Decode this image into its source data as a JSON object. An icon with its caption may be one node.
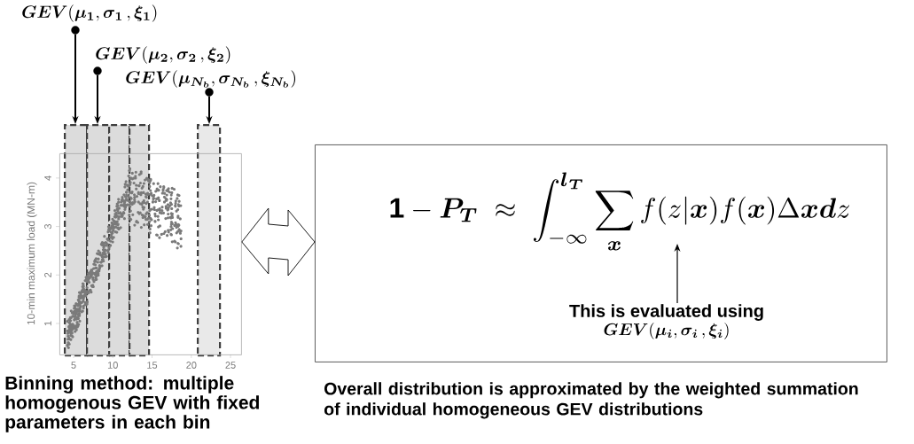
{
  "diagram": {
    "nodes": [
      {
        "text": [
          "\\boldsymbol{GEV}(\\boldsymbol{\\mu_1},\\boldsymbol{\\sigma_1}\\,,\\boldsymbol{\\xi_1})"
        ]
      },
      {
        "text": [
          "\\boldsymbol{GEV}(\\boldsymbol{\\mu_2},\\boldsymbol{\\sigma_2}\\,,\\boldsymbol{\\xi_2})"
        ]
      },
      {
        "text": [
          "\\boldsymbol{GEV}(\\boldsymbol{\\mu_{N_b}},\\boldsymbol{\\sigma_{N_b}}\\,,\\boldsymbol{\\xi_{N_b}})"
        ]
      },
      {
        "text": [],
        "shape": "picture",
        "beside": [
          "Binning method: multiple homogenous GEV with fixed parameters in each bin"
        ]
      },
      {
        "text": [],
        "shape": "box"
      },
      {
        "text": [],
        "shape": "box"
      },
      {
        "text": [],
        "shape": "box"
      },
      {
        "text": [],
        "shape": "box"
      },
      {
        "text": [],
        "shape": "box"
      },
      {
        "text": [
          "\\mathbf{1}-\\boldsymbol{P_T}\\ \\approx\\ \\int_{-\\infty}^{\\boldsymbol{l_T}}\\sum_{\\boldsymbol{x}} f(z|\\boldsymbol{x})f(\\boldsymbol{x})\\Delta\\boldsymbol{x}\\boldsymbol{d}z"
        ],
        "beside": [
          "Overall distribution is approximated by the weighted summation of individual homogeneous GEV distributions"
        ]
      },
      {
        "text": [
          "This is evaluated using",
          "\\boldsymbol{GEV}(\\boldsymbol{\\mu_i},\\boldsymbol{\\sigma_i}\\,,\\boldsymbol{\\xi_i})"
        ],
        "in": 9
      },
      {
        "text": [],
        "shape": "circle"
      },
      {
        "text": [],
        "shape": "circle"
      },
      {
        "text": [],
        "shape": "circle"
      }
    ],
    "edges": [
      {
        "from": 11,
        "to": 4,
        "arrow": "to"
      },
      {
        "from": 12,
        "to": 5,
        "arrow": "to"
      },
      {
        "from": 13,
        "to": 8,
        "arrow": "to"
      },
      {
        "from": 3,
        "to": 9,
        "arrow": "both"
      },
      {
        "from": 10,
        "to": null,
        "arrow": "to"
      }
    ],
    "labels": [
      "10-min maximum load (MN-m)",
      "1",
      "2",
      "3",
      "4",
      "5",
      "10",
      "15",
      "20",
      "25"
    ]
  }
}
